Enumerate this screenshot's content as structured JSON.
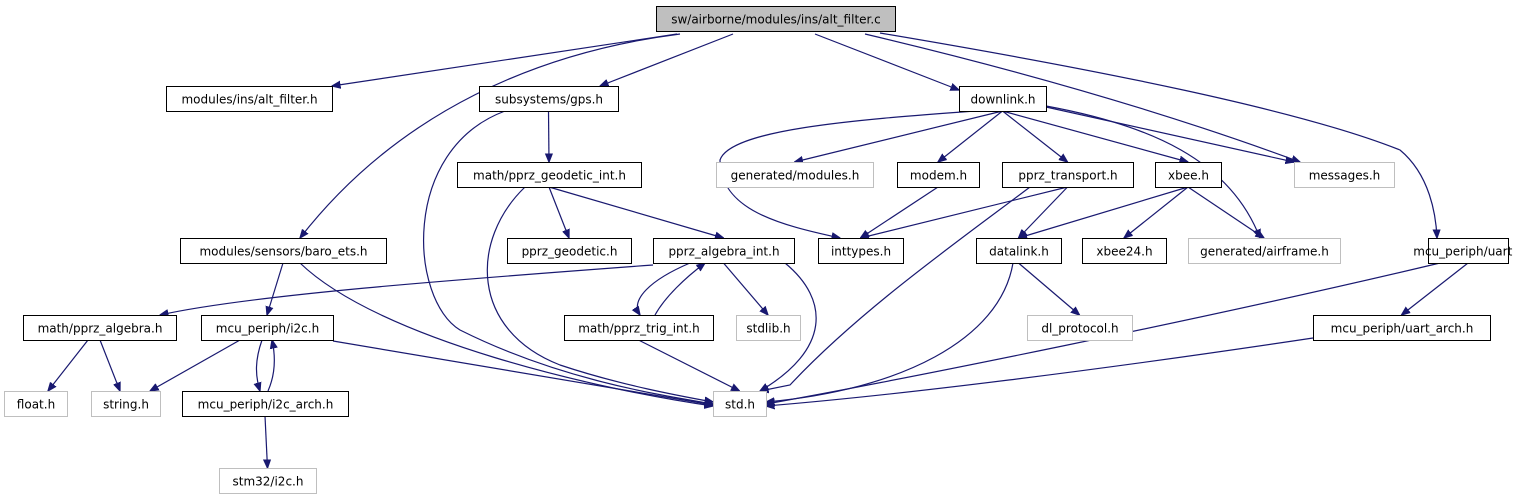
{
  "diagram": {
    "type": "include-dependency-graph",
    "colors": {
      "edge": "#191970",
      "root_fill": "#bfbfbf",
      "node_border": "#000000",
      "external_border": "#bfbfbf",
      "text": "#000000"
    },
    "nodes": [
      {
        "id": "alt_filter_c",
        "label": "sw/airborne/modules/ins/alt_filter.c",
        "kind": "root"
      },
      {
        "id": "alt_filter_h",
        "label": "modules/ins/alt_filter.h",
        "kind": "normal"
      },
      {
        "id": "gps_h",
        "label": "subsystems/gps.h",
        "kind": "normal"
      },
      {
        "id": "downlink_h",
        "label": "downlink.h",
        "kind": "normal"
      },
      {
        "id": "baro_ets_h",
        "label": "modules/sensors/baro_ets.h",
        "kind": "normal"
      },
      {
        "id": "uart_h",
        "label": "mcu_periph/uart.h",
        "kind": "normal"
      },
      {
        "id": "messages_h",
        "label": "messages.h",
        "kind": "external"
      },
      {
        "id": "geodetic_int_h",
        "label": "math/pprz_geodetic_int.h",
        "kind": "normal"
      },
      {
        "id": "gen_modules_h",
        "label": "generated/modules.h",
        "kind": "external"
      },
      {
        "id": "modem_h",
        "label": "modem.h",
        "kind": "normal"
      },
      {
        "id": "transport_h",
        "label": "pprz_transport.h",
        "kind": "normal"
      },
      {
        "id": "xbee_h",
        "label": "xbee.h",
        "kind": "normal"
      },
      {
        "id": "geodetic_h",
        "label": "pprz_geodetic.h",
        "kind": "normal"
      },
      {
        "id": "algebra_int_h",
        "label": "pprz_algebra_int.h",
        "kind": "normal"
      },
      {
        "id": "inttypes_h",
        "label": "inttypes.h",
        "kind": "normal"
      },
      {
        "id": "datalink_h",
        "label": "datalink.h",
        "kind": "normal"
      },
      {
        "id": "xbee24_h",
        "label": "xbee24.h",
        "kind": "normal"
      },
      {
        "id": "gen_airframe_h",
        "label": "generated/airframe.h",
        "kind": "external"
      },
      {
        "id": "algebra_h",
        "label": "math/pprz_algebra.h",
        "kind": "normal"
      },
      {
        "id": "i2c_h",
        "label": "mcu_periph/i2c.h",
        "kind": "normal"
      },
      {
        "id": "trig_int_h",
        "label": "math/pprz_trig_int.h",
        "kind": "normal"
      },
      {
        "id": "stdlib_h",
        "label": "stdlib.h",
        "kind": "external"
      },
      {
        "id": "dl_protocol_h",
        "label": "dl_protocol.h",
        "kind": "external"
      },
      {
        "id": "uart_arch_h",
        "label": "mcu_periph/uart_arch.h",
        "kind": "normal"
      },
      {
        "id": "float_h",
        "label": "float.h",
        "kind": "external"
      },
      {
        "id": "string_h",
        "label": "string.h",
        "kind": "external"
      },
      {
        "id": "i2c_arch_h",
        "label": "mcu_periph/i2c_arch.h",
        "kind": "normal"
      },
      {
        "id": "std_h",
        "label": "std.h",
        "kind": "external"
      },
      {
        "id": "stm32_i2c_h",
        "label": "stm32/i2c.h",
        "kind": "external"
      }
    ],
    "edges": [
      [
        "alt_filter_c",
        "alt_filter_h"
      ],
      [
        "alt_filter_c",
        "baro_ets_h"
      ],
      [
        "alt_filter_c",
        "gps_h"
      ],
      [
        "alt_filter_c",
        "downlink_h"
      ],
      [
        "alt_filter_c",
        "messages_h"
      ],
      [
        "alt_filter_c",
        "uart_h"
      ],
      [
        "gps_h",
        "geodetic_int_h"
      ],
      [
        "gps_h",
        "std_h"
      ],
      [
        "downlink_h",
        "gen_modules_h"
      ],
      [
        "downlink_h",
        "modem_h"
      ],
      [
        "downlink_h",
        "transport_h"
      ],
      [
        "downlink_h",
        "xbee_h"
      ],
      [
        "downlink_h",
        "messages_h"
      ],
      [
        "downlink_h",
        "gen_airframe_h"
      ],
      [
        "downlink_h",
        "inttypes_h"
      ],
      [
        "geodetic_int_h",
        "geodetic_h"
      ],
      [
        "geodetic_int_h",
        "algebra_int_h"
      ],
      [
        "geodetic_int_h",
        "std_h"
      ],
      [
        "modem_h",
        "inttypes_h"
      ],
      [
        "transport_h",
        "inttypes_h"
      ],
      [
        "transport_h",
        "datalink_h"
      ],
      [
        "transport_h",
        "std_h"
      ],
      [
        "xbee_h",
        "datalink_h"
      ],
      [
        "xbee_h",
        "xbee24_h"
      ],
      [
        "xbee_h",
        "gen_airframe_h"
      ],
      [
        "baro_ets_h",
        "i2c_h"
      ],
      [
        "baro_ets_h",
        "std_h"
      ],
      [
        "algebra_int_h",
        "algebra_h"
      ],
      [
        "algebra_int_h",
        "trig_int_h"
      ],
      [
        "algebra_int_h",
        "stdlib_h"
      ],
      [
        "algebra_int_h",
        "std_h"
      ],
      [
        "trig_int_h",
        "algebra_int_h"
      ],
      [
        "trig_int_h",
        "std_h"
      ],
      [
        "datalink_h",
        "dl_protocol_h"
      ],
      [
        "datalink_h",
        "std_h"
      ],
      [
        "uart_h",
        "uart_arch_h"
      ],
      [
        "uart_h",
        "std_h"
      ],
      [
        "uart_arch_h",
        "std_h"
      ],
      [
        "algebra_h",
        "float_h"
      ],
      [
        "algebra_h",
        "string_h"
      ],
      [
        "i2c_h",
        "string_h"
      ],
      [
        "i2c_h",
        "i2c_arch_h"
      ],
      [
        "i2c_h",
        "std_h"
      ],
      [
        "i2c_arch_h",
        "i2c_h"
      ],
      [
        "i2c_arch_h",
        "stm32_i2c_h"
      ]
    ]
  }
}
